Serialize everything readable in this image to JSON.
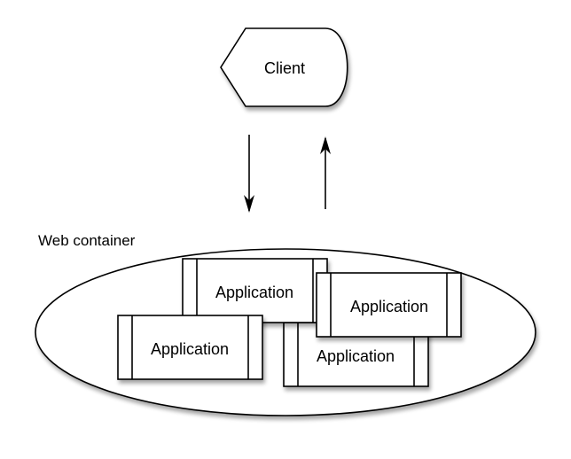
{
  "client": {
    "label": "Client"
  },
  "container": {
    "label": "Web container"
  },
  "applications": [
    {
      "label": "Application"
    },
    {
      "label": "Application"
    },
    {
      "label": "Application"
    },
    {
      "label": "Application"
    }
  ],
  "arrows": [
    {
      "direction": "down"
    },
    {
      "direction": "up"
    }
  ],
  "colors": {
    "background": "#ffffff",
    "stroke": "#000000",
    "fill": "#ffffff",
    "shadow": "#cccccc"
  }
}
